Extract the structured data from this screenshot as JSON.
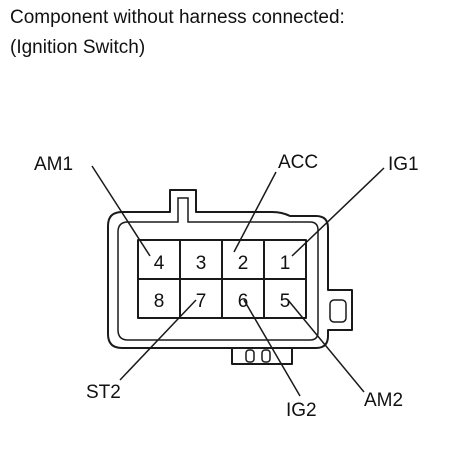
{
  "caption": {
    "line1": "Component without harness connected:",
    "line2": "(Ignition Switch)"
  },
  "pins": {
    "top_row": [
      "4",
      "3",
      "2",
      "1"
    ],
    "bottom_row": [
      "8",
      "7",
      "6",
      "5"
    ]
  },
  "labels": {
    "am1": "AM1",
    "acc": "ACC",
    "ig1": "IG1",
    "st2": "ST2",
    "ig2": "IG2",
    "am2": "AM2"
  },
  "colors": {
    "line": "#1a1a1a",
    "text": "#111111",
    "background": "#ffffff"
  }
}
